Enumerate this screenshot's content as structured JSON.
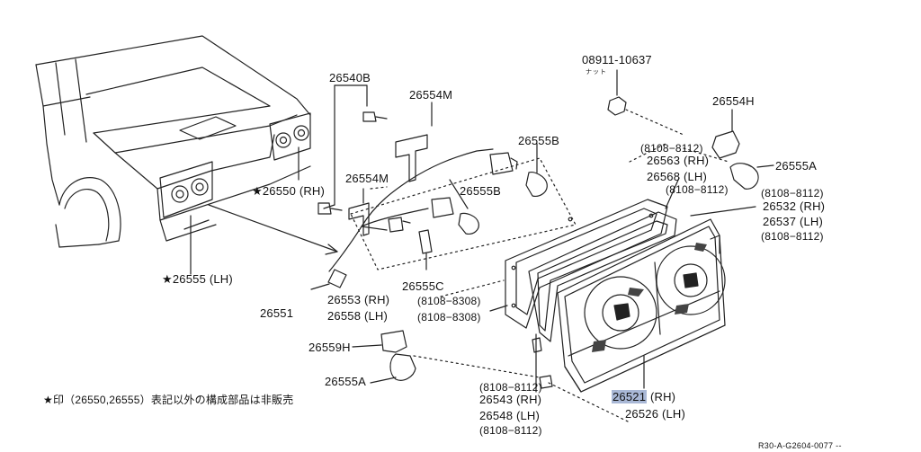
{
  "diagram": {
    "labels": {
      "p08911": "08911-10637",
      "nut": "ナット",
      "p26540B": "26540B",
      "p26554M_top": "26554M",
      "p26554H": "26554H",
      "p26555B_top": "26555B",
      "p26563": "26563 (RH)",
      "p26568": "26568 (LH)",
      "p26555A_top": "26555A",
      "r8108_8112_a": "(8108−8112)",
      "r8108_8112_b": "(8108−8112)",
      "r8108_8112_c": "(8108−8112)",
      "p26532": "26532 (RH)",
      "p26537": "26537 (LH)",
      "r8108_8112_d": "(8108−8112)",
      "p26554M_mid": "26554M",
      "p26550": "★26550 (RH)",
      "p26555B_mid": "26555B",
      "p26555_lh": "★26555 (LH)",
      "p26555C": "26555C",
      "p26553": "26553 (RH)",
      "r8108_8308_a": "(8108−8308)",
      "p26558": "26558 (LH)",
      "r8108_8308_b": "(8108−8308)",
      "p26551": "26551",
      "p26559H": "26559H",
      "p26555A_bot": "26555A",
      "r8108_8112_e": "(8108−8112)",
      "p26543": "26543 (RH)",
      "p26548": "26548 (LH)",
      "r8108_8112_f": "(8108−8112)",
      "p26521_num": "26521",
      "p26521_side": "(RH)",
      "p26526": "26526 (LH)",
      "note": "★印（26550,26555）表記以外の構成部品は非販売",
      "ref_code": "R30-A-G2604-0077 --"
    },
    "highlight_color": "#a9b8d6"
  }
}
